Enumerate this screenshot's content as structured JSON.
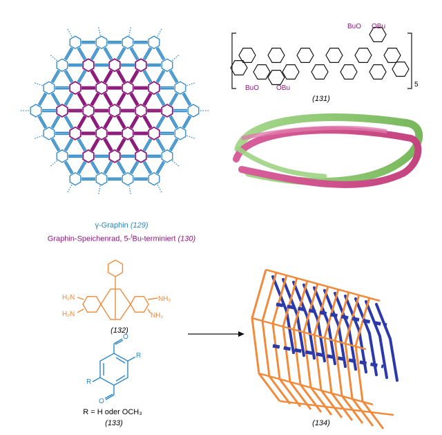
{
  "graphyne": {
    "name_prefix": "γ-Graphin",
    "name_number": "(129)",
    "wheel_text": "Graphin-Speichenrad, 5-",
    "wheel_sup": "t",
    "wheel_suffix": "Bu-terminiert",
    "wheel_number": "(130)",
    "blue": "#2a86c4",
    "purple": "#8b1a7a"
  },
  "polymer": {
    "number": "(131)",
    "subscript": "5",
    "sub_top_left": "BuO",
    "sub_top_right": "OBu",
    "sub_bottom_left": "BuO",
    "sub_bottom_right": "OBu"
  },
  "triptycene": {
    "number": "(132)",
    "nh2_upper_left": "H₂N",
    "nh2_lower_left": "H₂N",
    "nh2_upper_right": "NH₂",
    "nh2_lower_right": "NH₂",
    "orange": "#f08a3c"
  },
  "dialdehyde": {
    "number": "(133)",
    "r_top": "R",
    "r_bottom": "R",
    "o_top": "O",
    "o_bottom": "O",
    "definition": "R = H oder OCH₃"
  },
  "cage": {
    "number": "(134)"
  }
}
